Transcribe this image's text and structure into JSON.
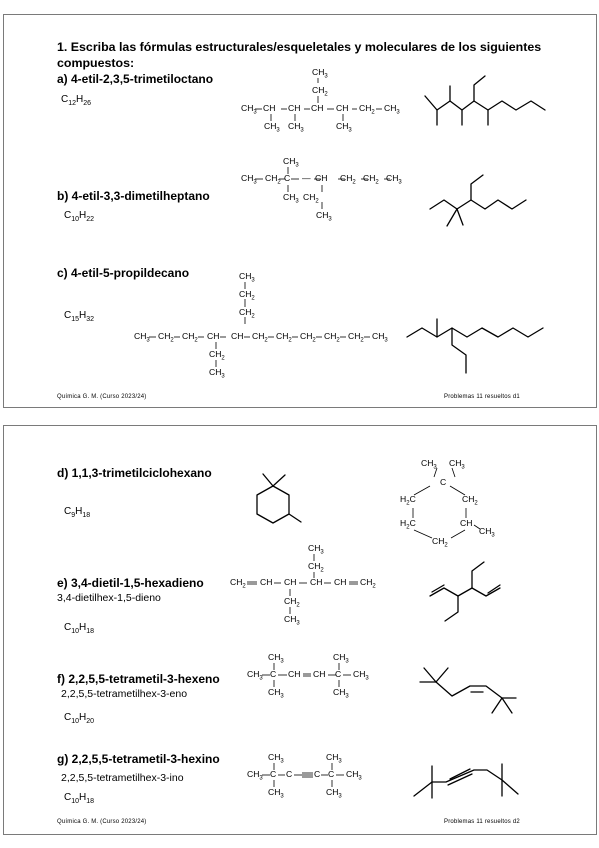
{
  "slide1": {
    "title": "1. Escriba las fórmulas estructurales/esqueletales y moleculares de los siguientes compuestos:",
    "items": [
      {
        "heading": "a) 4-etil-2,3,5-trimetiloctano",
        "formula_main": "C",
        "formula_sub1": "12",
        "formula_h": "H",
        "formula_sub2": "26"
      },
      {
        "heading": "b)  4-etil-3,3-dimetilheptano",
        "formula_main": "C",
        "formula_sub1": "10",
        "formula_h": "H",
        "formula_sub2": "22"
      },
      {
        "heading": "c)  4-etil-5-propildecano",
        "formula_main": "C",
        "formula_sub1": "15",
        "formula_h": "H",
        "formula_sub2": "32"
      }
    ],
    "footer_left": "Química   G. M. (Curso 2023/24)",
    "footer_right": "Problemas 11  resueltos  d1"
  },
  "slide2": {
    "items": [
      {
        "heading": "d)  1,1,3-trimetilciclohexano",
        "alt_name": "",
        "formula_main": "C",
        "formula_sub1": "9",
        "formula_h": "H",
        "formula_sub2": "18"
      },
      {
        "heading": "e) 3,4-dietil-1,5-hexadieno",
        "alt_name": "3,4-dietilhex-1,5-dieno",
        "formula_main": "C",
        "formula_sub1": "10",
        "formula_h": "H",
        "formula_sub2": "18"
      },
      {
        "heading": "f) 2,2,5,5-tetrametil-3-hexeno",
        "alt_name": "2,2,5,5-tetrametilhex-3-eno",
        "formula_main": "C",
        "formula_sub1": "10",
        "formula_h": "H",
        "formula_sub2": "20"
      },
      {
        "heading": "g) 2,2,5,5-tetrametil-3-hexino",
        "alt_name": "2,2,5,5-tetrametilhex-3-ino",
        "formula_main": "C",
        "formula_sub1": "10",
        "formula_h": "H",
        "formula_sub2": "18"
      }
    ],
    "footer_left": "Química   G. M. (Curso 2023/24)",
    "footer_right": "Problemas 11  resueltos  d2"
  }
}
